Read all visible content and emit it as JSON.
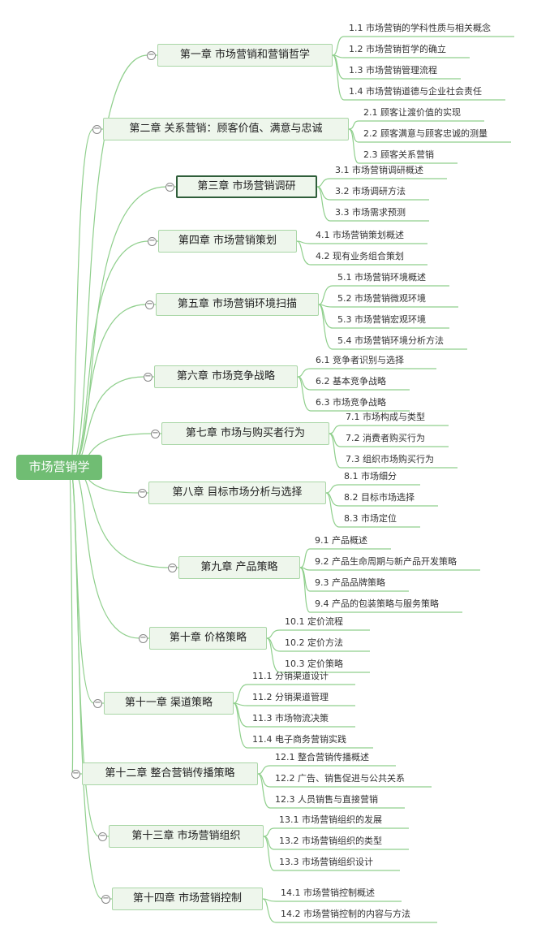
{
  "root": {
    "label": "市场营销学"
  },
  "colors": {
    "root": "#70bd73",
    "line": "#8fcf8c",
    "chapter_fill": "#eef6ec",
    "chapter_border": "#a9d6a6",
    "selected_border": "#2f5e3a"
  },
  "chapters": [
    {
      "label": "第一章 市场营销和营销哲学",
      "children": [
        "1.1 市场营销的学科性质与相关概念",
        "1.2 市场营销哲学的确立",
        "1.3 市场营销管理流程",
        "1.4 市场营销道德与企业社会责任"
      ]
    },
    {
      "label": "第二章 关系营销：顾客价值、满意与忠诚",
      "children": [
        "2.1 顾客让渡价值的实现",
        "2.2 顾客满意与顾客忠诚的测量",
        "2.3 顾客关系营销"
      ]
    },
    {
      "label": "第三章 市场营销调研",
      "selected": true,
      "children": [
        "3.1 市场营销调研概述",
        "3.2 市场调研方法",
        "3.3 市场需求预测"
      ]
    },
    {
      "label": "第四章 市场营销策划",
      "children": [
        "4.1 市场营销策划概述",
        "4.2 现有业务组合策划"
      ]
    },
    {
      "label": "第五章 市场营销环境扫描",
      "children": [
        "5.1 市场营销环境概述",
        "5.2  市场营销微观环境",
        "5.3 市场营销宏观环境",
        "5.4 市场营销环境分析方法"
      ]
    },
    {
      "label": "第六章 市场竞争战略",
      "children": [
        "6.1  竞争者识别与选择",
        "6.2 基本竞争战略",
        "6.3 市场竞争战略"
      ]
    },
    {
      "label": "第七章 市场与购买者行为",
      "children": [
        "7.1 市场构成与类型",
        "7.2 消费者购买行为",
        "7.3 组织市场购买行为"
      ]
    },
    {
      "label": "第八章 目标市场分析与选择",
      "children": [
        "8.1 市场细分",
        "8.2 目标市场选择",
        "8.3 市场定位"
      ]
    },
    {
      "label": "第九章 产品策略",
      "children": [
        "9.1 产品概述",
        "9.2 产品生命周期与新产品开发策略",
        "9.3 产品品牌策略",
        "9.4 产品的包装策略与服务策略"
      ]
    },
    {
      "label": "第十章 价格策略",
      "children": [
        "10.1 定价流程",
        "10.2 定价方法",
        "10.3 定价策略"
      ]
    },
    {
      "label": "第十一章 渠道策略",
      "children": [
        "11.1 分销渠道设计",
        "11.2 分销渠道管理",
        "11.3 市场物流决策",
        "11.4 电子商务营销实践"
      ]
    },
    {
      "label": "第十二章 整合营销传播策略",
      "children": [
        "12.1 整合营销传播概述",
        "12.2 广告、销售促进与公共关系",
        "12.3 人员销售与直接营销"
      ]
    },
    {
      "label": "第十三章 市场营销组织",
      "children": [
        "13.1 市场营销组织的发展",
        "13.2 市场营销组织的类型",
        "13.3 市场营销组织设计"
      ]
    },
    {
      "label": "第十四章 市场营销控制",
      "children": [
        "14.1 市场营销控制概述",
        "14.2 市场营销控制的内容与方法"
      ]
    }
  ]
}
